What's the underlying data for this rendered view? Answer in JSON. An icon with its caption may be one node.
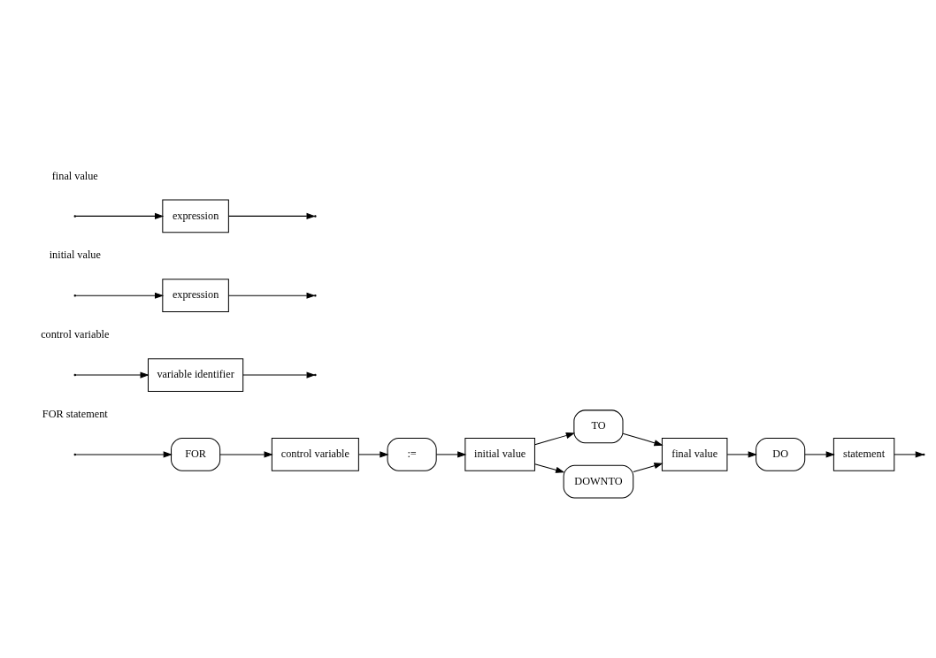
{
  "diagram": {
    "nodes": [
      {
        "text": [
          "FOR"
        ]
      },
      {
        "text": [
          "control variable"
        ]
      },
      {
        "text": [
          ":="
        ]
      },
      {
        "text": [
          "initial value"
        ]
      },
      {
        "text": [
          "TO"
        ]
      },
      {
        "text": [
          "DOWNTO"
        ]
      },
      {
        "text": [
          "final value"
        ]
      },
      {
        "text": [
          "DO"
        ]
      },
      {
        "text": [
          "statement"
        ]
      },
      {
        "text": [
          "variable identifier"
        ]
      },
      {
        "text": [
          "expression"
        ]
      },
      {
        "text": [
          "expression"
        ]
      }
    ],
    "edges": [
      {
        "from": null,
        "to": 0,
        "arrow": "to"
      },
      {
        "from": 0,
        "to": 1,
        "arrow": "to"
      },
      {
        "from": 1,
        "to": 2,
        "arrow": "to"
      },
      {
        "from": 2,
        "to": 3,
        "arrow": "to"
      },
      {
        "from": 3,
        "to": 4,
        "arrow": "to"
      },
      {
        "from": 3,
        "to": 5,
        "arrow": "to"
      },
      {
        "from": 4,
        "to": 6,
        "arrow": "to"
      },
      {
        "from": 5,
        "to": 6,
        "arrow": "to"
      },
      {
        "from": 6,
        "to": 7,
        "arrow": "to"
      },
      {
        "from": 7,
        "to": 8,
        "arrow": "to"
      },
      {
        "from": 8,
        "to": null,
        "arrow": "to"
      },
      {
        "from": null,
        "to": 9,
        "arrow": "to"
      },
      {
        "from": 9,
        "to": null,
        "arrow": "to"
      },
      {
        "from": null,
        "to": 10,
        "arrow": "to"
      },
      {
        "from": 10,
        "to": null,
        "arrow": "to"
      },
      {
        "from": null,
        "to": 11,
        "arrow": "to"
      },
      {
        "from": 11,
        "to": null,
        "arrow": "to"
      }
    ],
    "labels": [
      "FOR statement",
      "control variable",
      "initial value",
      "final value"
    ]
  }
}
